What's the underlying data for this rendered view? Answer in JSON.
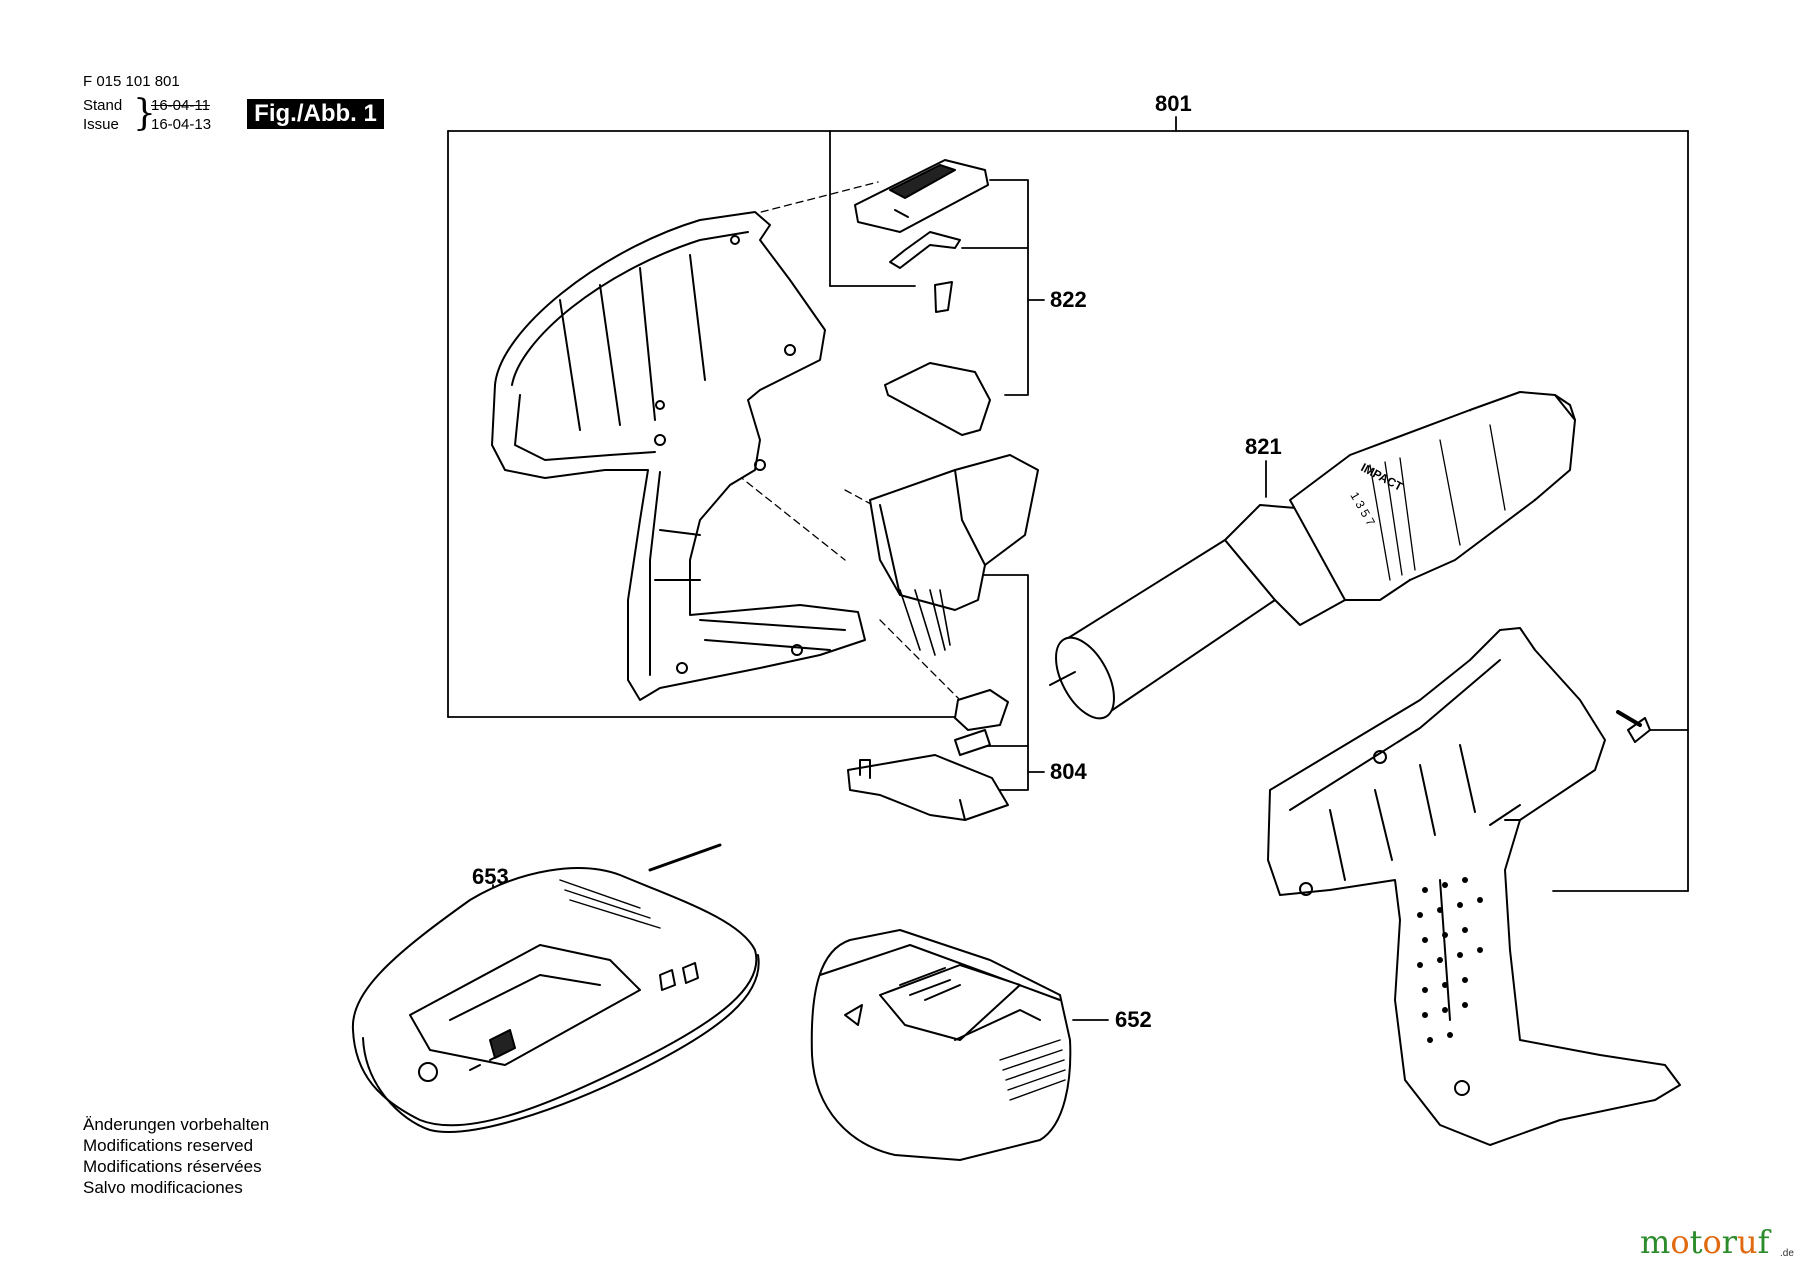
{
  "header": {
    "doc_number": "F 015 101 801",
    "stand_label": "Stand",
    "issue_label": "Issue",
    "brace": "}",
    "stand_date": "16-04-11",
    "issue_date": "16-04-13",
    "figure_label": "Fig./Abb. 1"
  },
  "callouts": [
    "801",
    "822",
    "821",
    "804",
    "653",
    "652"
  ],
  "dial_text": "IMPACT",
  "dial_numbers": "1 3 5 7",
  "notes": [
    "Änderungen vorbehalten",
    "Modifications reserved",
    "Modifications réservées",
    "Salvo modificaciones"
  ],
  "watermark": {
    "letters": [
      "m",
      "o",
      "t",
      "o",
      "r",
      "u",
      "f"
    ],
    "letter_colors": [
      "#2c8c2c",
      "#e06a10",
      "#2c8c2c",
      "#e06a10",
      "#2c8c2c",
      "#e06a10",
      "#2c8c2c"
    ],
    "tld": ".de"
  }
}
